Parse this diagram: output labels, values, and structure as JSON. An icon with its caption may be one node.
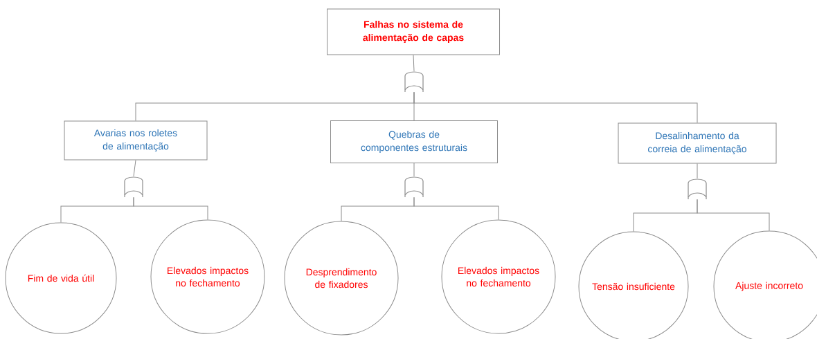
{
  "diagram": {
    "nodes": [
      {
        "text": [
          "Falhas no sistema de alimentação de capas"
        ]
      },
      {
        "text": [],
        "shape": "gate"
      },
      {
        "text": [
          "Avarias nos roletes de alimentação"
        ]
      },
      {
        "text": [
          "Quebras de componentes estruturais"
        ]
      },
      {
        "text": [
          "Desalinhamento da correia de alimentação"
        ]
      },
      {
        "text": [],
        "shape": "gate"
      },
      {
        "text": [],
        "shape": "gate"
      },
      {
        "text": [],
        "shape": "gate"
      },
      {
        "text": [
          "Fim de vida útil"
        ]
      },
      {
        "text": [
          "Elevados impactos no fechamento"
        ]
      },
      {
        "text": [
          "Desprendimento de fixadores"
        ]
      },
      {
        "text": [
          "Elevados impactos no fechamento"
        ]
      },
      {
        "text": [
          "Tensão insuficiente"
        ]
      },
      {
        "text": [
          "Ajuste incorreto"
        ]
      }
    ],
    "edges": [
      {
        "from": 0,
        "to": 1,
        "arrow": "none"
      },
      {
        "from": 1,
        "to": 2,
        "arrow": "none"
      },
      {
        "from": 1,
        "to": 3,
        "arrow": "none"
      },
      {
        "from": 1,
        "to": 4,
        "arrow": "none"
      },
      {
        "from": 2,
        "to": 5,
        "arrow": "none"
      },
      {
        "from": 3,
        "to": 6,
        "arrow": "none"
      },
      {
        "from": 4,
        "to": 7,
        "arrow": "none"
      },
      {
        "from": 5,
        "to": 8,
        "arrow": "none"
      },
      {
        "from": 5,
        "to": 9,
        "arrow": "none"
      },
      {
        "from": 6,
        "to": 10,
        "arrow": "none"
      },
      {
        "from": 6,
        "to": 11,
        "arrow": "none"
      },
      {
        "from": 7,
        "to": 12,
        "arrow": "none"
      },
      {
        "from": 7,
        "to": 13,
        "arrow": "none"
      }
    ]
  }
}
